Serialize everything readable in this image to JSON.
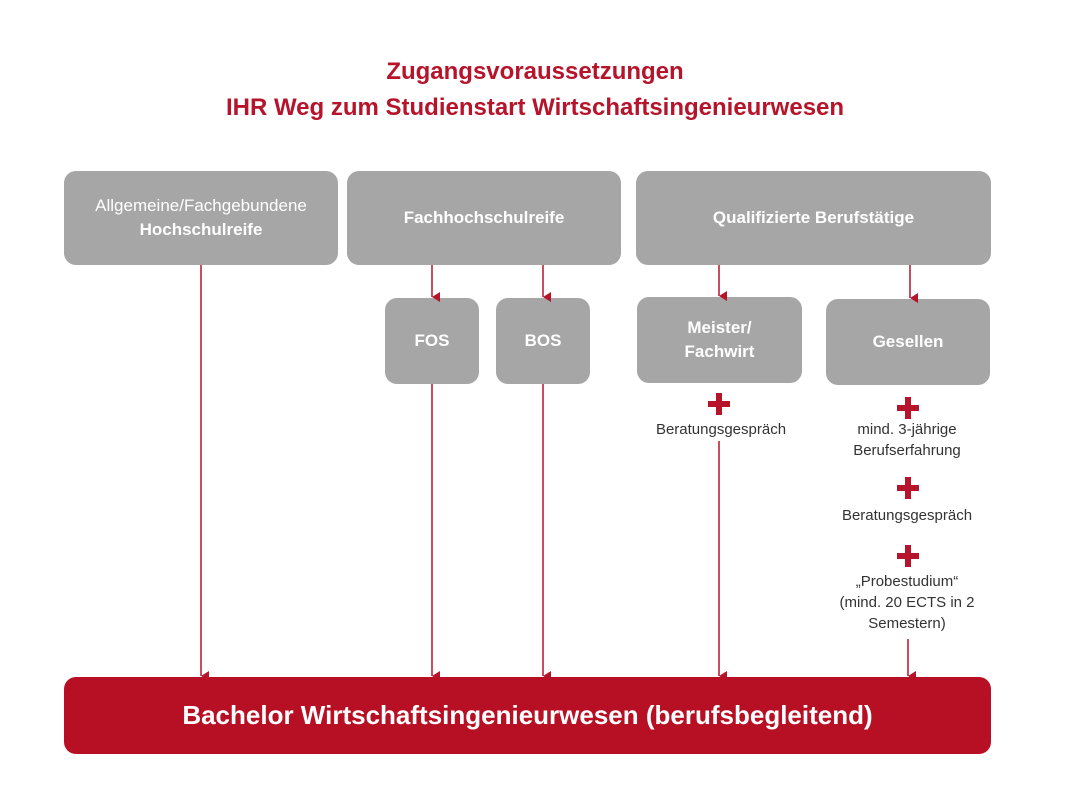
{
  "title": {
    "line1": "Zugangsvoraussetzungen",
    "line2": "IHR Weg zum Studienstart Wirtschaftsingenieurwesen"
  },
  "boxes": {
    "hochschulreife": {
      "line1": "Allgemeine/Fachgebundene",
      "line2": "Hochschulreife"
    },
    "fachhochschulreife": "Fachhochschulreife",
    "berufstaetige": "Qualifizierte Berufstätige",
    "fos": "FOS",
    "bos": "BOS",
    "meister": {
      "line1": "Meister/",
      "line2": "Fachwirt"
    },
    "gesellen": "Gesellen"
  },
  "notes": {
    "meister_beratung": "Beratungsgespräch",
    "gesellen_erfahrung": [
      "mind. 3-jährige",
      "Berufserfahrung"
    ],
    "gesellen_beratung": "Beratungsgespräch",
    "gesellen_probestudium": [
      "„Probestudium“",
      "(mind. 20 ECTS in 2",
      "Semestern)"
    ]
  },
  "target": "Bachelor Wirtschaftsingenieurwesen (berufsbegleitend)",
  "colors": {
    "accent": "#b5142b",
    "box_gray": "#a6a6a6",
    "target_red": "#b70f24"
  }
}
